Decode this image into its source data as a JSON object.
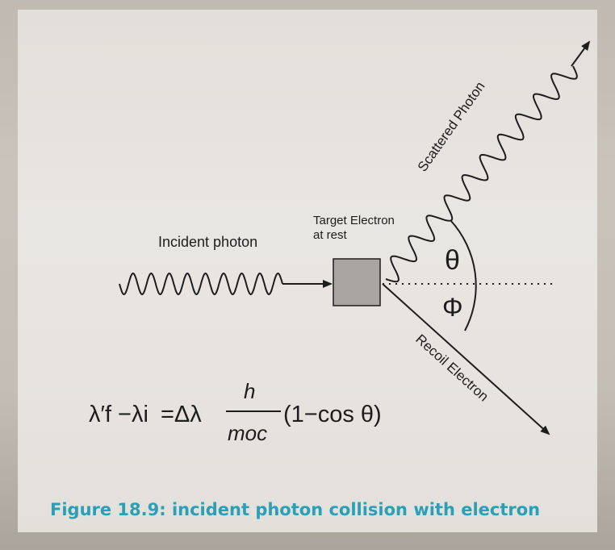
{
  "diagram": {
    "incident_label": "Incident photon",
    "target_label_line1": "Target Electron",
    "target_label_line2": "at rest",
    "scattered_label": "Scattered Photon",
    "recoil_label": "Recoil Electron",
    "theta_symbol": "θ",
    "phi_symbol": "Φ"
  },
  "formula": {
    "lhs": "λ′f −λi",
    "equals": "=Δλ",
    "numerator": "h",
    "denominator": "moc",
    "factor": "(1−cos θ)"
  },
  "caption": "Figure 18.9: incident photon collision with electron",
  "colors": {
    "caption": "#2a9fb8",
    "ink": "#1d1d1d"
  }
}
